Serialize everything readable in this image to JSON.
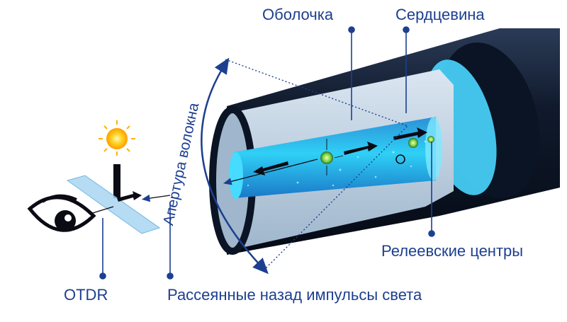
{
  "labels": {
    "cladding": "Оболочка",
    "core": "Сердцевина",
    "aperture": "Апертура волокна",
    "rayleigh": "Релеевские центры",
    "otdr": "OTDR",
    "backscatter": "Рассеянные назад импульсы света"
  },
  "colors": {
    "label_text": "#1d3f8f",
    "jacket": "#0f1a2e",
    "cladding": "#b9ccdf",
    "core": "#1fb8ea",
    "core_glow": "#57e2ff",
    "leader": "#1d3f8f",
    "sun": "#ffc21a"
  },
  "icons": [
    "eye-icon",
    "light-source-icon",
    "beam-splitter-icon"
  ]
}
